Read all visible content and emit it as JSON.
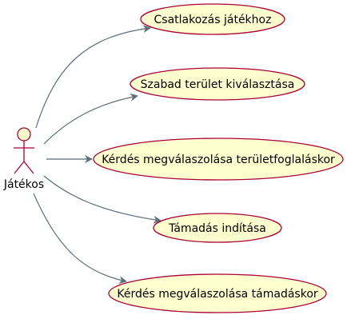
{
  "diagram": {
    "colors": {
      "usecase_fill": "#FEFECE",
      "usecase_border": "#A80036",
      "actor_fill": "#FEFECE",
      "actor_border": "#A80036",
      "arrow": "#5B6E7A"
    },
    "actor": {
      "label": "Játékos"
    },
    "use_cases": [
      {
        "label": "Csatlakozás játékhoz"
      },
      {
        "label": "Szabad terület kiválasztása"
      },
      {
        "label": "Kérdés megválaszolása területfoglaláskor"
      },
      {
        "label": "Támadás indítása"
      },
      {
        "label": "Kérdés megválaszolása támadáskor"
      }
    ]
  }
}
